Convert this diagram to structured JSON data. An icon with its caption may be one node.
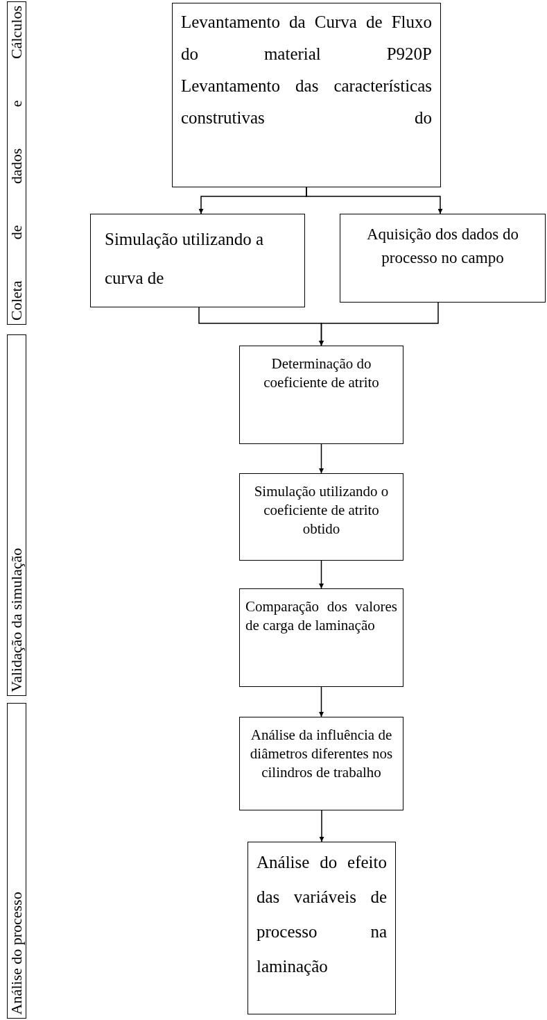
{
  "diagram": {
    "nodes": [
      {
        "text": [
          "Coleta de dados e Cálculos"
        ]
      },
      {
        "text": [
          "Validação da simulação"
        ]
      },
      {
        "text": [
          "Análise do processo"
        ]
      },
      {
        "text": [
          "Levantamento da Curva de Fluxo do material P920P",
          "Levantamento das características construtivas do"
        ]
      },
      {
        "text": [
          "Simulação utilizando a curva de"
        ]
      },
      {
        "text": [
          "Aquisição dos dados do processo no campo"
        ]
      },
      {
        "text": [
          "Determinação do coeficiente de atrito"
        ]
      },
      {
        "text": [
          "Simulação utilizando o coeficiente de atrito obtido"
        ]
      },
      {
        "text": [
          "Comparação dos valores de carga de laminação"
        ]
      },
      {
        "text": [
          "Análise da influência de diâmetros diferentes nos cilindros de trabalho"
        ]
      },
      {
        "text": [
          "Análise do efeito das variáveis de processo na laminação"
        ]
      }
    ],
    "edges": [
      {
        "from": 3,
        "to": 4,
        "arrow": "to"
      },
      {
        "from": 3,
        "to": 5,
        "arrow": "to"
      },
      {
        "from": 4,
        "to": 6,
        "arrow": "to"
      },
      {
        "from": 5,
        "to": 6,
        "arrow": "to"
      },
      {
        "from": 6,
        "to": 7,
        "arrow": "to"
      },
      {
        "from": 7,
        "to": 8,
        "arrow": "to"
      },
      {
        "from": 8,
        "to": 9,
        "arrow": "to"
      },
      {
        "from": 9,
        "to": 10,
        "arrow": "to"
      }
    ]
  }
}
